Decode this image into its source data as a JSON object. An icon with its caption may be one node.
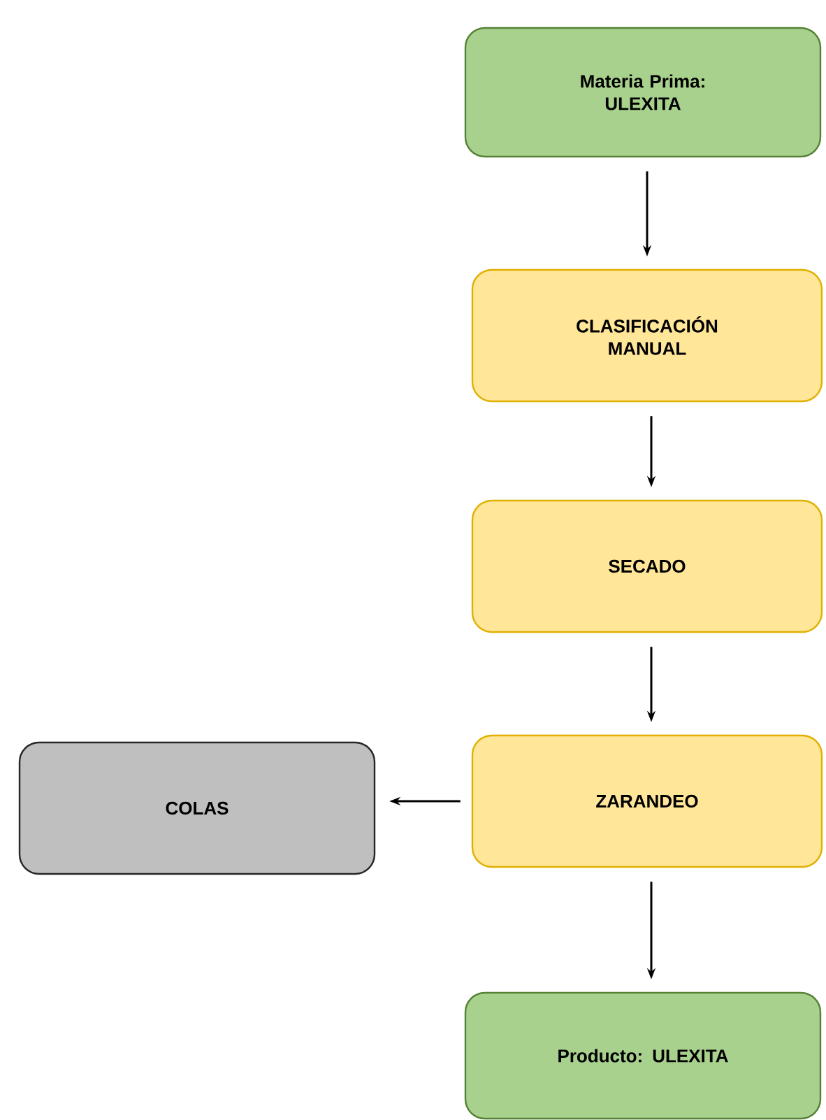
{
  "diagram": {
    "nodes": [
      {
        "text": [
          "Materia Prima: ULEXITA"
        ]
      },
      {
        "text": [
          "CLASIFICACIÓN MANUAL"
        ]
      },
      {
        "text": [
          "SECADO"
        ]
      },
      {
        "text": [
          "ZARANDEO"
        ]
      },
      {
        "text": [
          "COLAS"
        ]
      },
      {
        "text": [
          "Producto: ULEXITA"
        ]
      }
    ],
    "edges": [
      {
        "from": 0,
        "to": 1,
        "arrow": "to"
      },
      {
        "from": 1,
        "to": 2,
        "arrow": "to"
      },
      {
        "from": 2,
        "to": 3,
        "arrow": "to"
      },
      {
        "from": 3,
        "to": 4,
        "arrow": "to"
      },
      {
        "from": 3,
        "to": 5,
        "arrow": "to"
      }
    ]
  }
}
